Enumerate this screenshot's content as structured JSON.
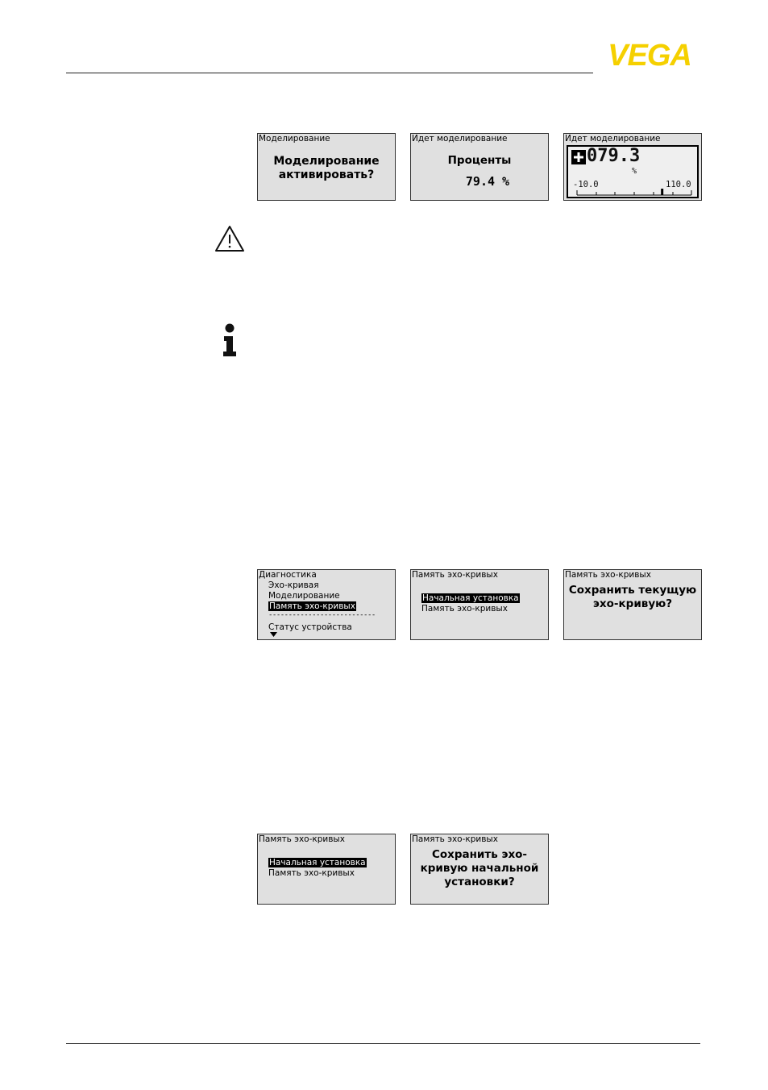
{
  "brand": {
    "logo_text": "VEGA",
    "color": "#f5d000"
  },
  "row1": {
    "screen1": {
      "title": "Моделирование",
      "line1": "Моделирование",
      "line2": "активировать?"
    },
    "screen2": {
      "title": "Идет моделирование",
      "label": "Проценты",
      "value": "79.4 %"
    },
    "screen3": {
      "title": "Идет моделирование",
      "value": "079.3",
      "unit": "%",
      "min": "-10.0",
      "max": "110.0"
    }
  },
  "icons": {
    "warning": "warning-triangle-icon",
    "info": "info-icon"
  },
  "row2": {
    "screen1": {
      "title": "Диагностика",
      "items": [
        "Эхо-кривая",
        "Моделирование",
        "Память эхо-кривых"
      ],
      "divider": "---------------------------",
      "last_item": "Статус устройства",
      "selected_index": 2
    },
    "screen2": {
      "title": "Память эхо-кривых",
      "items": [
        "Начальная установка",
        "Память эхо-кривых"
      ],
      "selected_index": 0
    },
    "screen3": {
      "title": "Память эхо-кривых",
      "line1": "Сохранить текущую",
      "line2": "эхо-кривую?"
    }
  },
  "row3": {
    "screen1": {
      "title": "Память эхо-кривых",
      "items": [
        "Начальная установка",
        "Память эхо-кривых"
      ],
      "selected_index": 0
    },
    "screen2": {
      "title": "Память эхо-кривых",
      "line1": "Сохранить эхо-",
      "line2": "кривую начальной",
      "line3": "установки?"
    }
  }
}
